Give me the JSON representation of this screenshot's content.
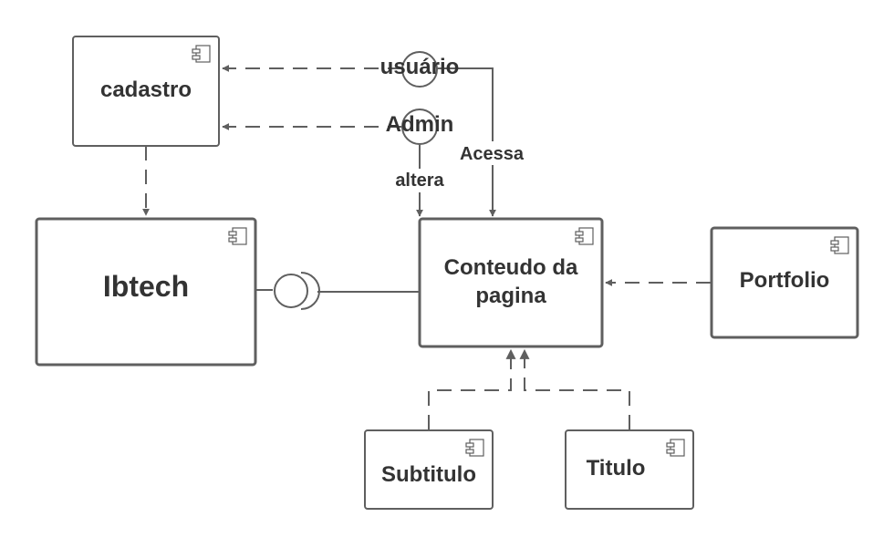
{
  "nodes": {
    "cadastro": "cadastro",
    "ibtech": "Ibtech",
    "conteudo_line1": "Conteudo da",
    "conteudo_line2": "pagina",
    "portfolio": "Portfolio",
    "subtitulo": "Subtitulo",
    "titulo": "Titulo"
  },
  "interfaces": {
    "usuario": "usuário",
    "admin": "Admin"
  },
  "edge_labels": {
    "acessa": "Acessa",
    "altera": "altera"
  },
  "colors": {
    "stroke": "#5f5f5f",
    "text": "#333333",
    "background": "#ffffff"
  }
}
